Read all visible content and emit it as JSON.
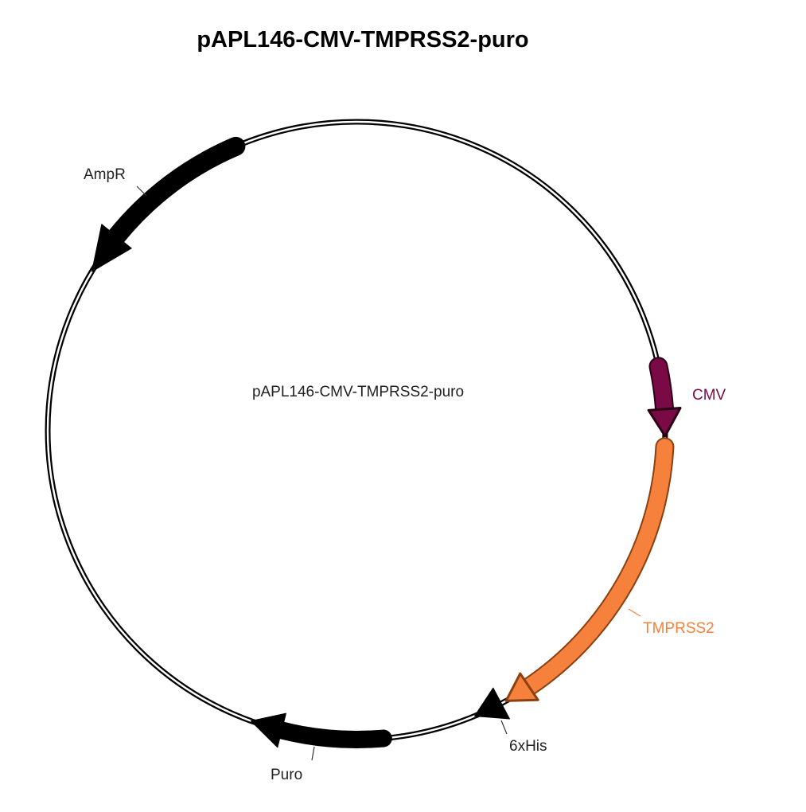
{
  "title": "pAPL146-CMV-TMPRSS2-puro",
  "plasmid_name": "pAPL146-CMV-TMPRSS2-puro",
  "features": [
    {
      "id": "ampr",
      "label": "AmpR",
      "color": "#000000",
      "text_color": "#222222"
    },
    {
      "id": "cmv",
      "label": "CMV",
      "color": "#7a0a45",
      "text_color": "#7a0a45"
    },
    {
      "id": "tmprss2",
      "label": "TMPRSS2",
      "color": "#f5813d",
      "text_color": "#f5813d"
    },
    {
      "id": "his",
      "label": "6xHis",
      "color": "#000000",
      "text_color": "#222222"
    },
    {
      "id": "puro",
      "label": "Puro",
      "color": "#000000",
      "text_color": "#222222"
    }
  ]
}
